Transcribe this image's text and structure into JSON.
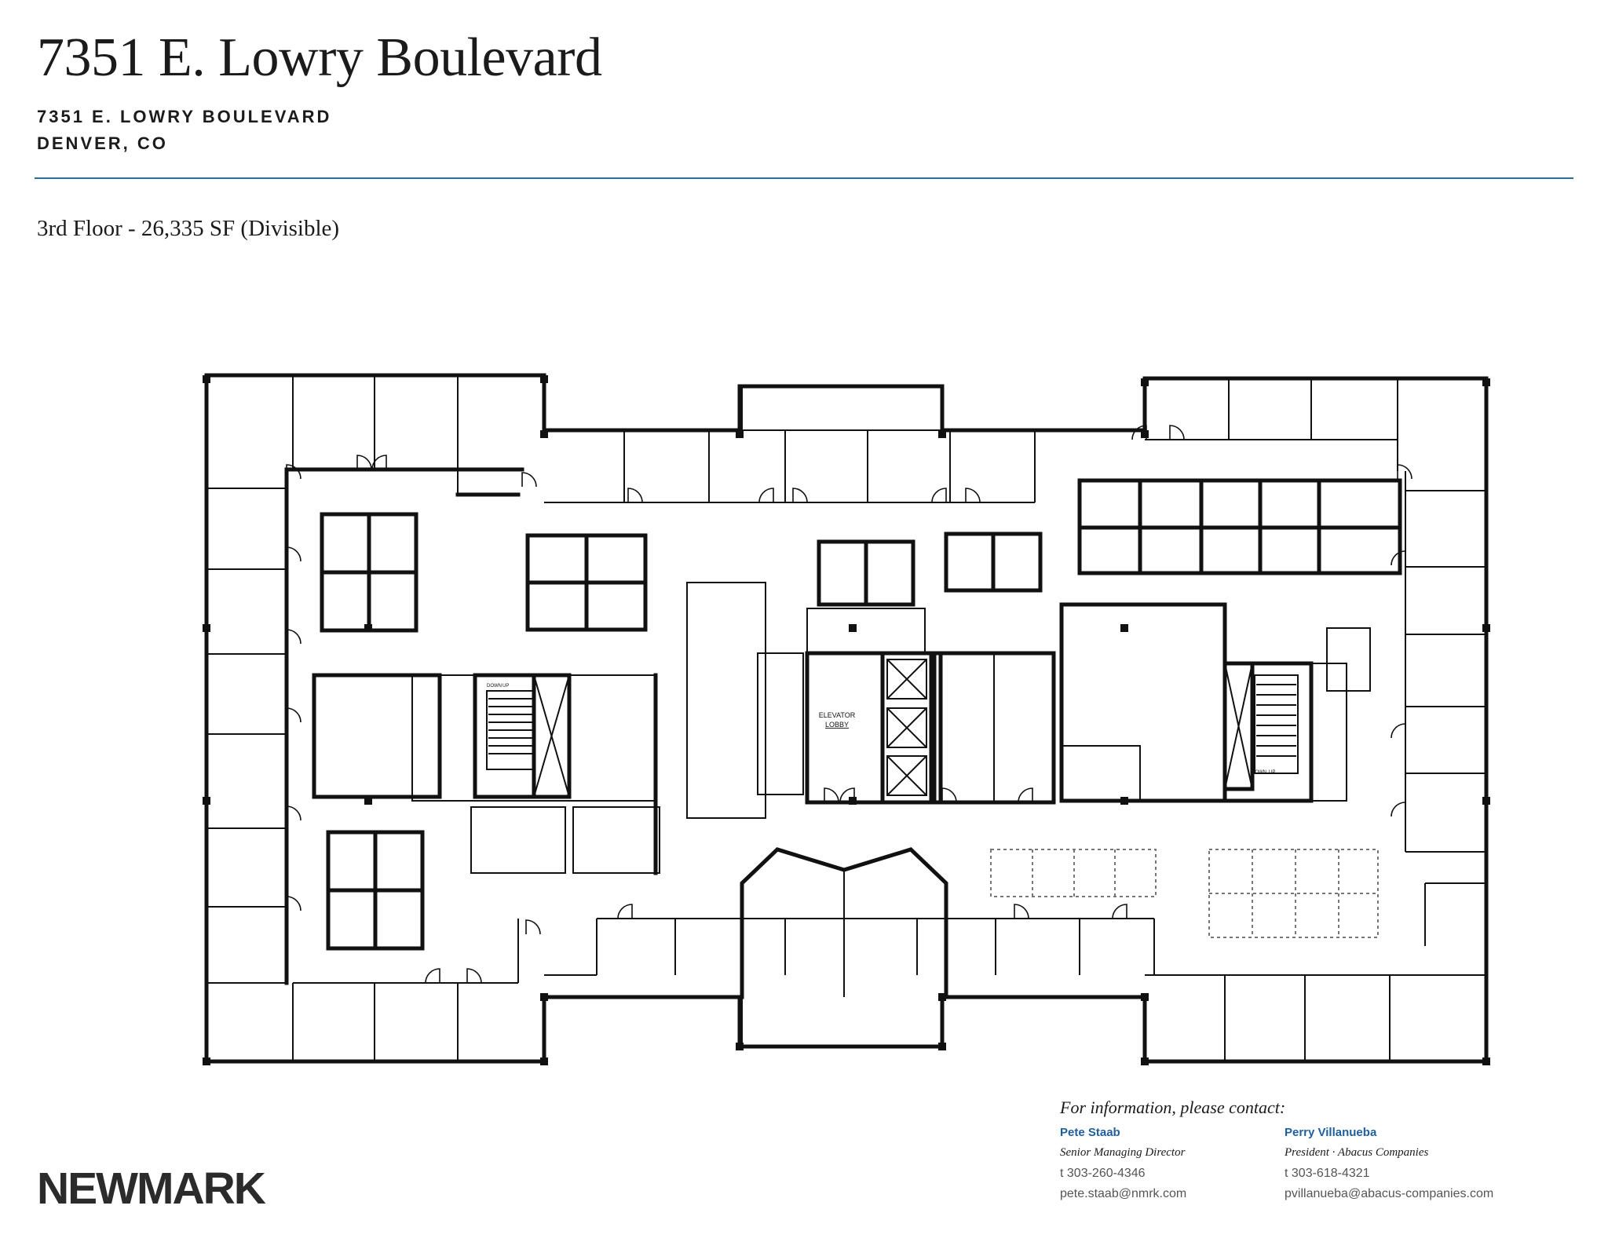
{
  "header": {
    "title": "7351 E. Lowry Boulevard",
    "address_line1": "7351 E. LOWRY BOULEVARD",
    "address_line2": "DENVER, CO"
  },
  "floor": {
    "label": "3rd Floor - 26,335 SF (Divisible)"
  },
  "plan": {
    "elevator_label_1": "ELEVATOR",
    "elevator_label_2": "LOBBY",
    "stair_down": "DOWN",
    "stair_up": "UP"
  },
  "contacts": {
    "heading": "For information, please contact:",
    "people": [
      {
        "name": "Pete Staab",
        "title": "Senior Managing Director",
        "phone": "t  303-260-4346",
        "email": "pete.staab@nmrk.com"
      },
      {
        "name": "Perry Villanueba",
        "title": "President · Abacus Companies",
        "phone": "t  303-618-4321",
        "email": "pvillanueba@abacus-companies.com"
      }
    ]
  },
  "branding": {
    "logo_text": "NEWMARK"
  },
  "colors": {
    "rule": "#2c6e9b",
    "contact_name": "#1f5f9e",
    "wall": "#111111"
  }
}
